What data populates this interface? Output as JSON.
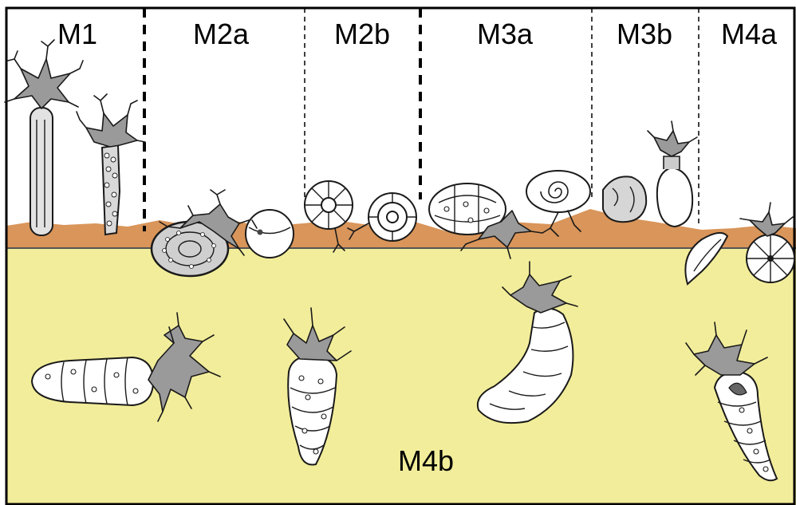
{
  "zones": [
    {
      "id": "M1",
      "label": "M1"
    },
    {
      "id": "M2a",
      "label": "M2a"
    },
    {
      "id": "M2b",
      "label": "M2b"
    },
    {
      "id": "M3a",
      "label": "M3a"
    },
    {
      "id": "M3b",
      "label": "M3b"
    },
    {
      "id": "M4a",
      "label": "M4a"
    }
  ],
  "subsurface_label": "M4b",
  "colors": {
    "sediment_surface": "#d9955a",
    "sediment_deep": "#f2ed9a",
    "sky": "#ffffff",
    "protoplasm": "#9a9a9a",
    "outline": "#1a1a1a"
  }
}
